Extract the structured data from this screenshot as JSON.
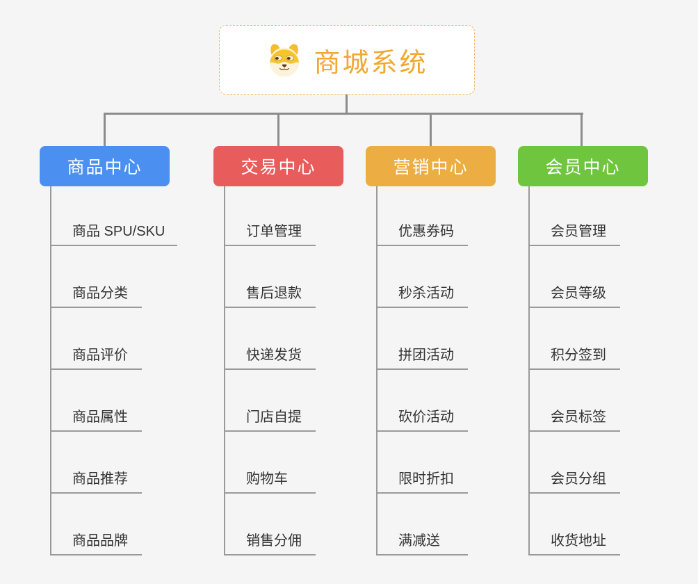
{
  "root": {
    "title": "商城系统",
    "icon": "doge-icon"
  },
  "branches": [
    {
      "label": "商品中心",
      "color": "#4b90f0",
      "items": [
        "商品 SPU/SKU",
        "商品分类",
        "商品评价",
        "商品属性",
        "商品推荐",
        "商品品牌"
      ]
    },
    {
      "label": "交易中心",
      "color": "#e85c5c",
      "items": [
        "订单管理",
        "售后退款",
        "快递发货",
        "门店自提",
        "购物车",
        "销售分佣"
      ]
    },
    {
      "label": "营销中心",
      "color": "#ecae42",
      "items": [
        "优惠券码",
        "秒杀活动",
        "拼团活动",
        "砍价活动",
        "限时折扣",
        "满减送"
      ]
    },
    {
      "label": "会员中心",
      "color": "#70c53e",
      "items": [
        "会员管理",
        "会员等级",
        "积分签到",
        "会员标签",
        "会员分组",
        "收货地址"
      ]
    }
  ],
  "colors": {
    "background": "#f5f5f5",
    "connector": "#8c8c8c",
    "underline": "#9a9a9a",
    "root_accent": "#f0a832",
    "root_border": "#f3b95f",
    "item_text": "#333333"
  }
}
